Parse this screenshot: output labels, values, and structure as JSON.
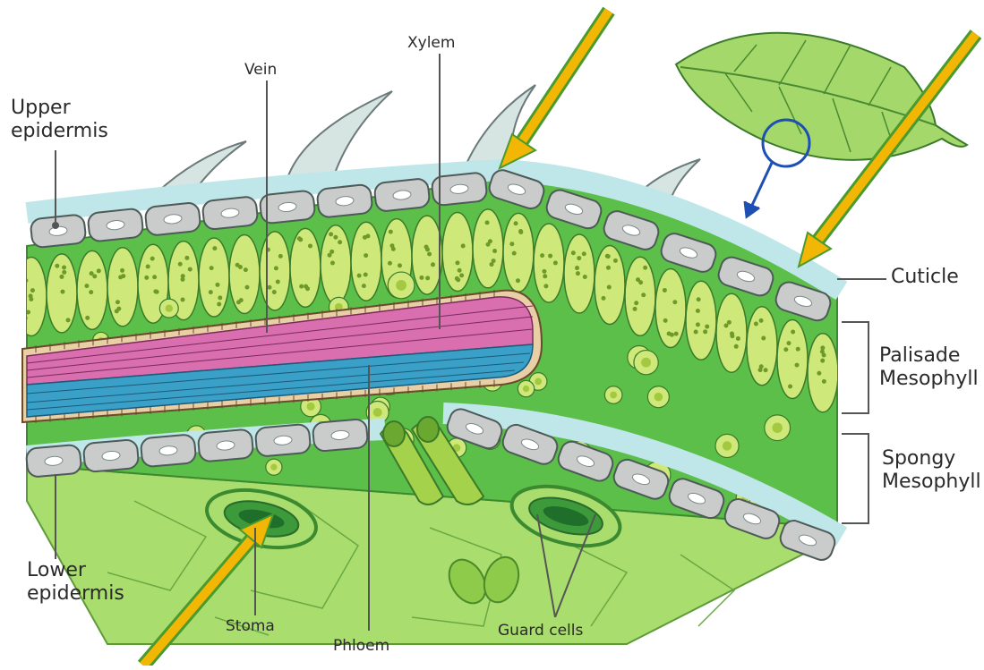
{
  "labels": {
    "upper_epidermis": [
      "Upper",
      "epidermis"
    ],
    "vein": "Vein",
    "xylem": "Xylem",
    "cuticle": "Cuticle",
    "palisade_mesophyll": [
      "Palisade",
      "Mesophyll"
    ],
    "spongy_mesophyll": [
      "Spongy",
      "Mesophyll"
    ],
    "lower_epidermis": [
      "Lower",
      "epidermis"
    ],
    "stoma": "Stoma",
    "phloem": "Phloem",
    "guard_cells": "Guard cells"
  },
  "colors": {
    "mesophyll_green": "#5bbf4a",
    "palisade_cell": "#cfe87a",
    "epidermis_cell": "#c9ccca",
    "cuticle": "#bfe7ea",
    "xylem": "#d96fae",
    "phloem": "#3aa0c8",
    "vein_sheath": "#e8cfa5",
    "arrow": "#f2b705",
    "arrow_outline": "#4a9a2e",
    "lower_surface": "#a9dd6e",
    "magnifier": "#1e4fb3"
  }
}
